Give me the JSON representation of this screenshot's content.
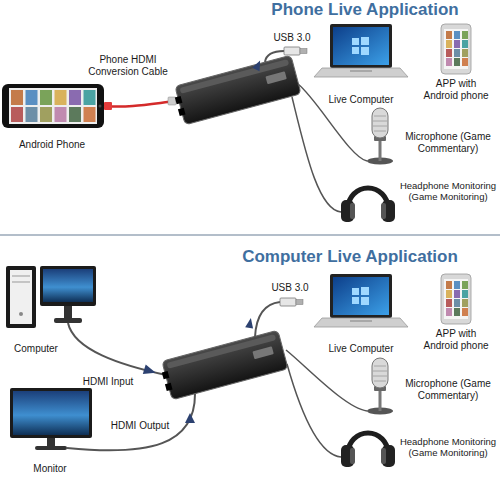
{
  "diagram": {
    "nodes": [
      {
        "text": [
          "Phone Live Application"
        ]
      },
      {
        "text": [
          "Android Phone"
        ],
        "in": 0
      },
      {
        "text": [
          "Live Computer"
        ],
        "in": 0
      },
      {
        "text": [
          "APP with Android phone"
        ],
        "in": 0
      },
      {
        "text": [
          "Microphone (Game Commentary)"
        ],
        "in": 0
      },
      {
        "text": [
          "Headphone Monitoring (Game Monitoring)"
        ],
        "in": 0
      },
      {
        "text": [
          "Computer Live Application"
        ]
      },
      {
        "text": [
          "Computer"
        ],
        "in": 6
      },
      {
        "text": [
          "Monitor"
        ],
        "in": 6
      },
      {
        "text": [
          "Live Computer"
        ],
        "in": 6
      },
      {
        "text": [
          "APP with Android phone"
        ],
        "in": 6
      },
      {
        "text": [
          "Microphone (Game Commentary)"
        ],
        "in": 6
      },
      {
        "text": [
          "Headphone Monitoring (Game Monitoring)"
        ],
        "in": 6
      }
    ],
    "labels": [
      "Phone HDMI Conversion Cable",
      "USB 3.0",
      "USB 3.0",
      "HDMI Input",
      "HDMI Output"
    ]
  }
}
